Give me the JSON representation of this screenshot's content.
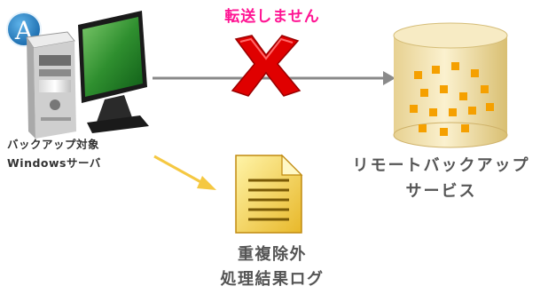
{
  "blocked_label": "転送しません",
  "server": {
    "label_line1": "バックアップ対象",
    "label_line2": "Windowsサーバ"
  },
  "remote": {
    "label_line1": "リモートバックアップ",
    "label_line2": "サービス"
  },
  "log": {
    "label_line1": "重複除外",
    "label_line2": "処理結果ログ"
  },
  "logo_letter": "A",
  "colors": {
    "blocked_text": "#ff1493",
    "x_mark": "#e00000",
    "arrow_gray": "#888888",
    "arrow_yellow": "#f5c842",
    "monitor_screen": "#2e8b2e",
    "database": "#f0e0a8",
    "database_squares": "#f5a000",
    "log_doc": "#f6e27a",
    "logo_blue": "#1f7fc4"
  },
  "icons": [
    "logo-a-icon",
    "computer-icon",
    "x-mark-icon",
    "database-icon",
    "document-icon"
  ]
}
